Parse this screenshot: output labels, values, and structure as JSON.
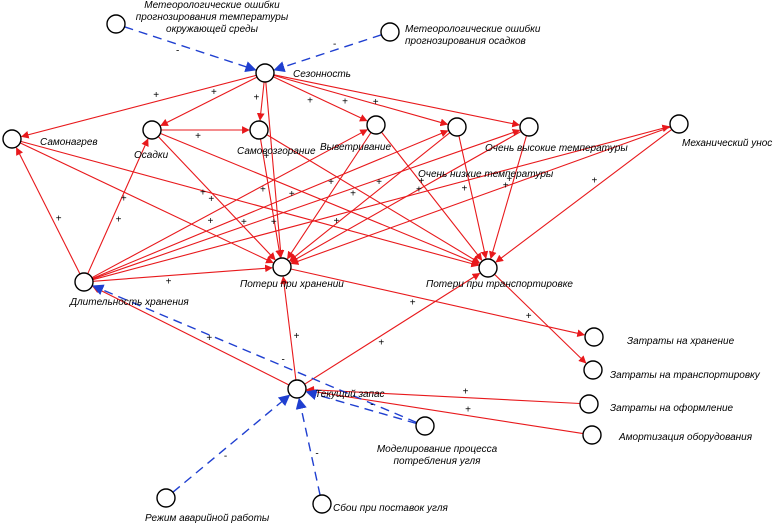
{
  "colors": {
    "positive": "#e8191c",
    "negative": "#1f3fd0",
    "node_stroke": "#000000",
    "text": "#000000"
  },
  "nodes": [
    {
      "id": "n_met_temp",
      "label": [
        "Метеорологические ошибки",
        "прогнозирования температуры",
        "окружающей среды"
      ]
    },
    {
      "id": "n_met_prec",
      "label": [
        "Метеорологические ошибки",
        "прогнозирования осадков"
      ]
    },
    {
      "id": "n_season",
      "label": [
        "Сезонность"
      ]
    },
    {
      "id": "n_selfheat",
      "label": [
        "Самонагрев"
      ]
    },
    {
      "id": "n_precip",
      "label": [
        "Осадки"
      ]
    },
    {
      "id": "n_selfignite",
      "label": [
        "Самовозгорание"
      ]
    },
    {
      "id": "n_weather",
      "label": [
        "Выветривание"
      ]
    },
    {
      "id": "n_hightemp",
      "label": [
        "Очень высокие температуры"
      ]
    },
    {
      "id": "n_lowtemp",
      "label": [
        "Очень низкие температуры"
      ]
    },
    {
      "id": "n_mech",
      "label": [
        "Механический унос"
      ]
    },
    {
      "id": "n_duration",
      "label": [
        "Длительность хранения"
      ]
    },
    {
      "id": "n_loss_store",
      "label": [
        "Потери при хранении"
      ]
    },
    {
      "id": "n_loss_trans",
      "label": [
        "Потери при транспортировке"
      ]
    },
    {
      "id": "n_cost_store",
      "label": [
        "Затраты на хранение"
      ]
    },
    {
      "id": "n_cost_trans",
      "label": [
        "Затраты на транспортировку"
      ]
    },
    {
      "id": "n_cost_paper",
      "label": [
        "Затраты на оформление"
      ]
    },
    {
      "id": "n_amort",
      "label": [
        "Амортизация оборудования"
      ]
    },
    {
      "id": "n_stock",
      "label": [
        "Текущий запас"
      ]
    },
    {
      "id": "n_model",
      "label": [
        "Моделирование процесса",
        "потребления угля"
      ]
    },
    {
      "id": "n_emergency",
      "label": [
        "Режим аварийной работы"
      ]
    },
    {
      "id": "n_supply",
      "label": [
        "Сбои при поставок угля"
      ]
    }
  ],
  "edges": [
    {
      "from": "n_met_temp",
      "to": "n_season",
      "sign": "-"
    },
    {
      "from": "n_met_prec",
      "to": "n_season",
      "sign": "-"
    },
    {
      "from": "n_season",
      "to": "n_selfheat",
      "sign": "+"
    },
    {
      "from": "n_season",
      "to": "n_precip",
      "sign": "+"
    },
    {
      "from": "n_season",
      "to": "n_selfignite",
      "sign": "+"
    },
    {
      "from": "n_season",
      "to": "n_weather",
      "sign": "+"
    },
    {
      "from": "n_season",
      "to": "n_hightemp",
      "sign": "+"
    },
    {
      "from": "n_season",
      "to": "n_lowtemp",
      "sign": "+"
    },
    {
      "from": "n_season",
      "to": "n_loss_store",
      "sign": "+"
    },
    {
      "from": "n_precip",
      "to": "n_selfignite",
      "sign": "+"
    },
    {
      "from": "n_precip",
      "to": "n_loss_store",
      "sign": "+"
    },
    {
      "from": "n_precip",
      "to": "n_loss_trans",
      "sign": "+"
    },
    {
      "from": "n_selfheat",
      "to": "n_loss_store",
      "sign": "+"
    },
    {
      "from": "n_selfheat",
      "to": "n_loss_trans",
      "sign": "+"
    },
    {
      "from": "n_selfignite",
      "to": "n_loss_store",
      "sign": "+"
    },
    {
      "from": "n_selfignite",
      "to": "n_loss_trans",
      "sign": "+"
    },
    {
      "from": "n_weather",
      "to": "n_loss_store",
      "sign": "+"
    },
    {
      "from": "n_weather",
      "to": "n_loss_trans",
      "sign": "+"
    },
    {
      "from": "n_hightemp",
      "to": "n_loss_store",
      "sign": "+"
    },
    {
      "from": "n_hightemp",
      "to": "n_loss_trans",
      "sign": "+"
    },
    {
      "from": "n_lowtemp",
      "to": "n_loss_store",
      "sign": "+"
    },
    {
      "from": "n_lowtemp",
      "to": "n_loss_trans",
      "sign": "+"
    },
    {
      "from": "n_mech",
      "to": "n_loss_store",
      "sign": "+"
    },
    {
      "from": "n_mech",
      "to": "n_loss_trans",
      "sign": "+"
    },
    {
      "from": "n_duration",
      "to": "n_selfheat",
      "sign": "+"
    },
    {
      "from": "n_duration",
      "to": "n_precip",
      "sign": "+"
    },
    {
      "from": "n_duration",
      "to": "n_weather",
      "sign": "+"
    },
    {
      "from": "n_duration",
      "to": "n_hightemp",
      "sign": "+"
    },
    {
      "from": "n_duration",
      "to": "n_lowtemp",
      "sign": "+"
    },
    {
      "from": "n_duration",
      "to": "n_mech",
      "sign": "+"
    },
    {
      "from": "n_duration",
      "to": "n_loss_store",
      "sign": "+"
    },
    {
      "from": "n_loss_store",
      "to": "n_cost_store",
      "sign": "+"
    },
    {
      "from": "n_loss_trans",
      "to": "n_cost_trans",
      "sign": "+"
    },
    {
      "from": "n_stock",
      "to": "n_duration",
      "sign": "+"
    },
    {
      "from": "n_stock",
      "to": "n_loss_store",
      "sign": "+"
    },
    {
      "from": "n_stock",
      "to": "n_loss_trans",
      "sign": "+"
    },
    {
      "from": "n_cost_paper",
      "to": "n_stock",
      "sign": "+"
    },
    {
      "from": "n_amort",
      "to": "n_stock",
      "sign": "+"
    },
    {
      "from": "n_model",
      "to": "n_duration",
      "sign": "-"
    },
    {
      "from": "n_model",
      "to": "n_stock",
      "sign": "-"
    },
    {
      "from": "n_emergency",
      "to": "n_stock",
      "sign": "-"
    },
    {
      "from": "n_supply",
      "to": "n_stock",
      "sign": "-"
    }
  ]
}
